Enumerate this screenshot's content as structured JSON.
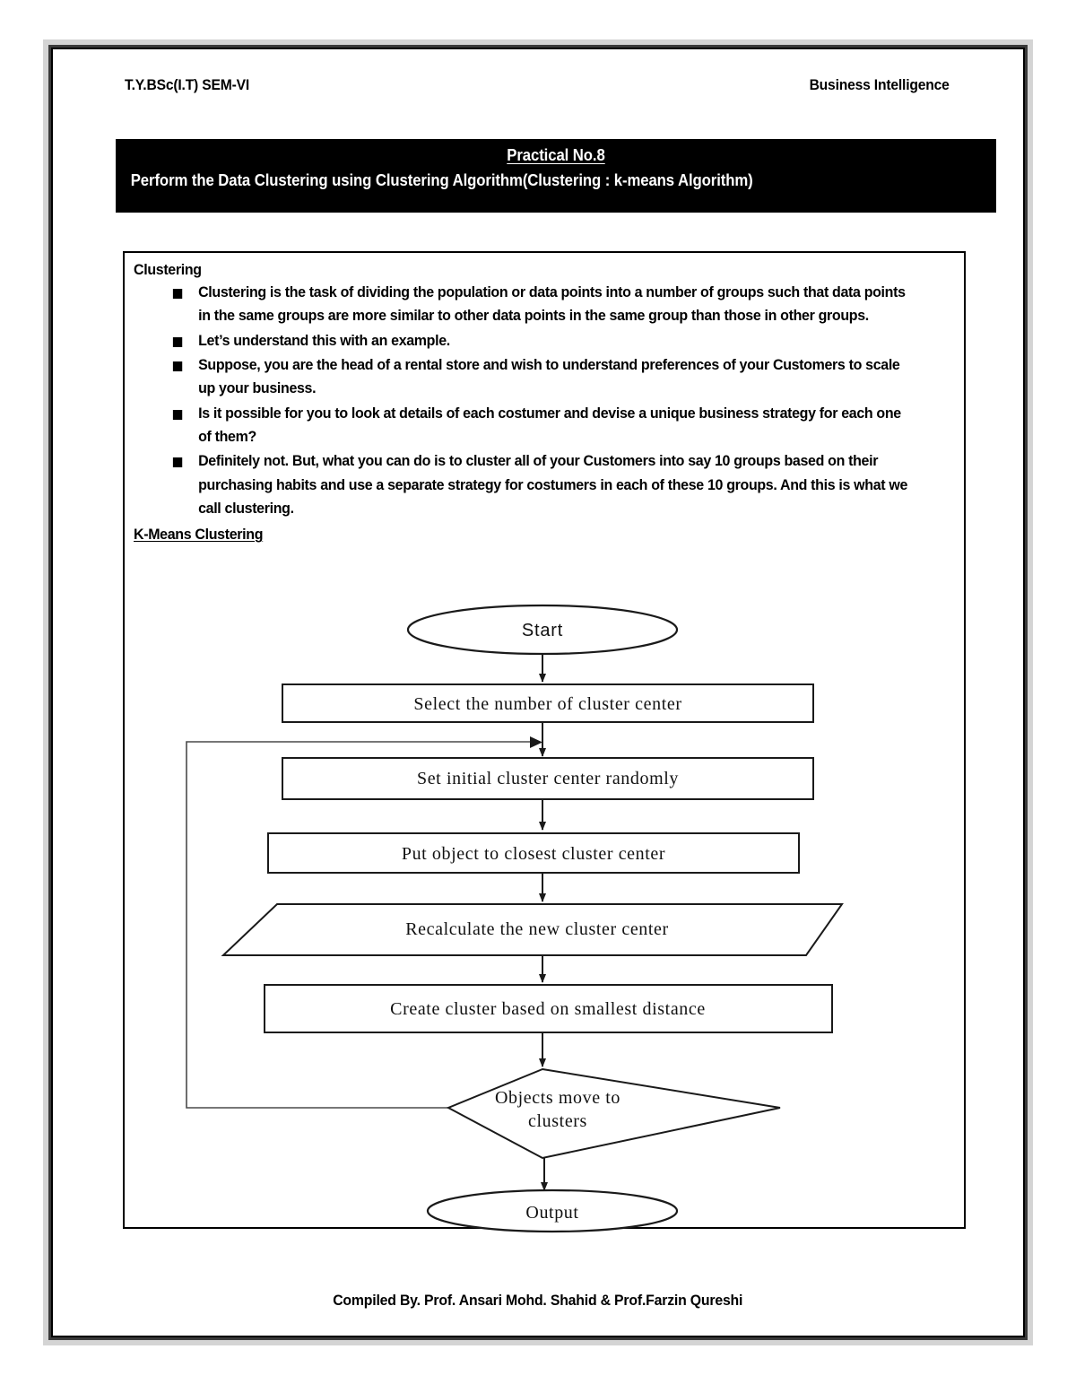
{
  "page": {
    "header": {
      "left": "T.Y.BSc(I.T)  SEM-VI",
      "right": "Business Intelligence"
    },
    "banner": {
      "practical_label": "Practical No.8",
      "description": "Perform the Data Clustering using Clustering Algorithm(Clustering : k-means Algorithm)",
      "background_color": "#000000",
      "text_color": "#ffffff"
    },
    "footer": "Compiled By. Prof. Ansari Mohd. Shahid & Prof.Farzin Qureshi"
  },
  "content": {
    "section_heading": "Clustering",
    "bullets": [
      "Clustering is the task of dividing the population or data points into a number of groups such that data points in the same groups are more similar to other data points in the same group than those in other groups.",
      "Let’s understand this with an example.",
      "Suppose, you are the head of a rental store and wish to understand preferences of your Customers to scale up your business.",
      "Is it possible for you to look at details of each costumer and devise a unique business strategy for each one of them?",
      "Definitely not. But, what you can do is to cluster all of your Customers into say 10 groups based on their purchasing habits and use a separate strategy for costumers in each of these 10 groups. And this is what we call clustering."
    ],
    "subsection_heading": "K-Means Clustering"
  },
  "flowchart": {
    "nodes": {
      "start": "Start",
      "select_number": "Select the number of cluster center",
      "set_initial": "Set initial cluster center randomly",
      "put_object": "Put object to closest cluster center",
      "recalculate": "Recalculate the new cluster center",
      "create_cluster": "Create cluster based on smallest distance",
      "decision_line1": "Objects move to",
      "decision_line2": "clusters",
      "output": "Output"
    },
    "stroke_color": "#1a1a1a",
    "fill_color": "#ffffff"
  }
}
